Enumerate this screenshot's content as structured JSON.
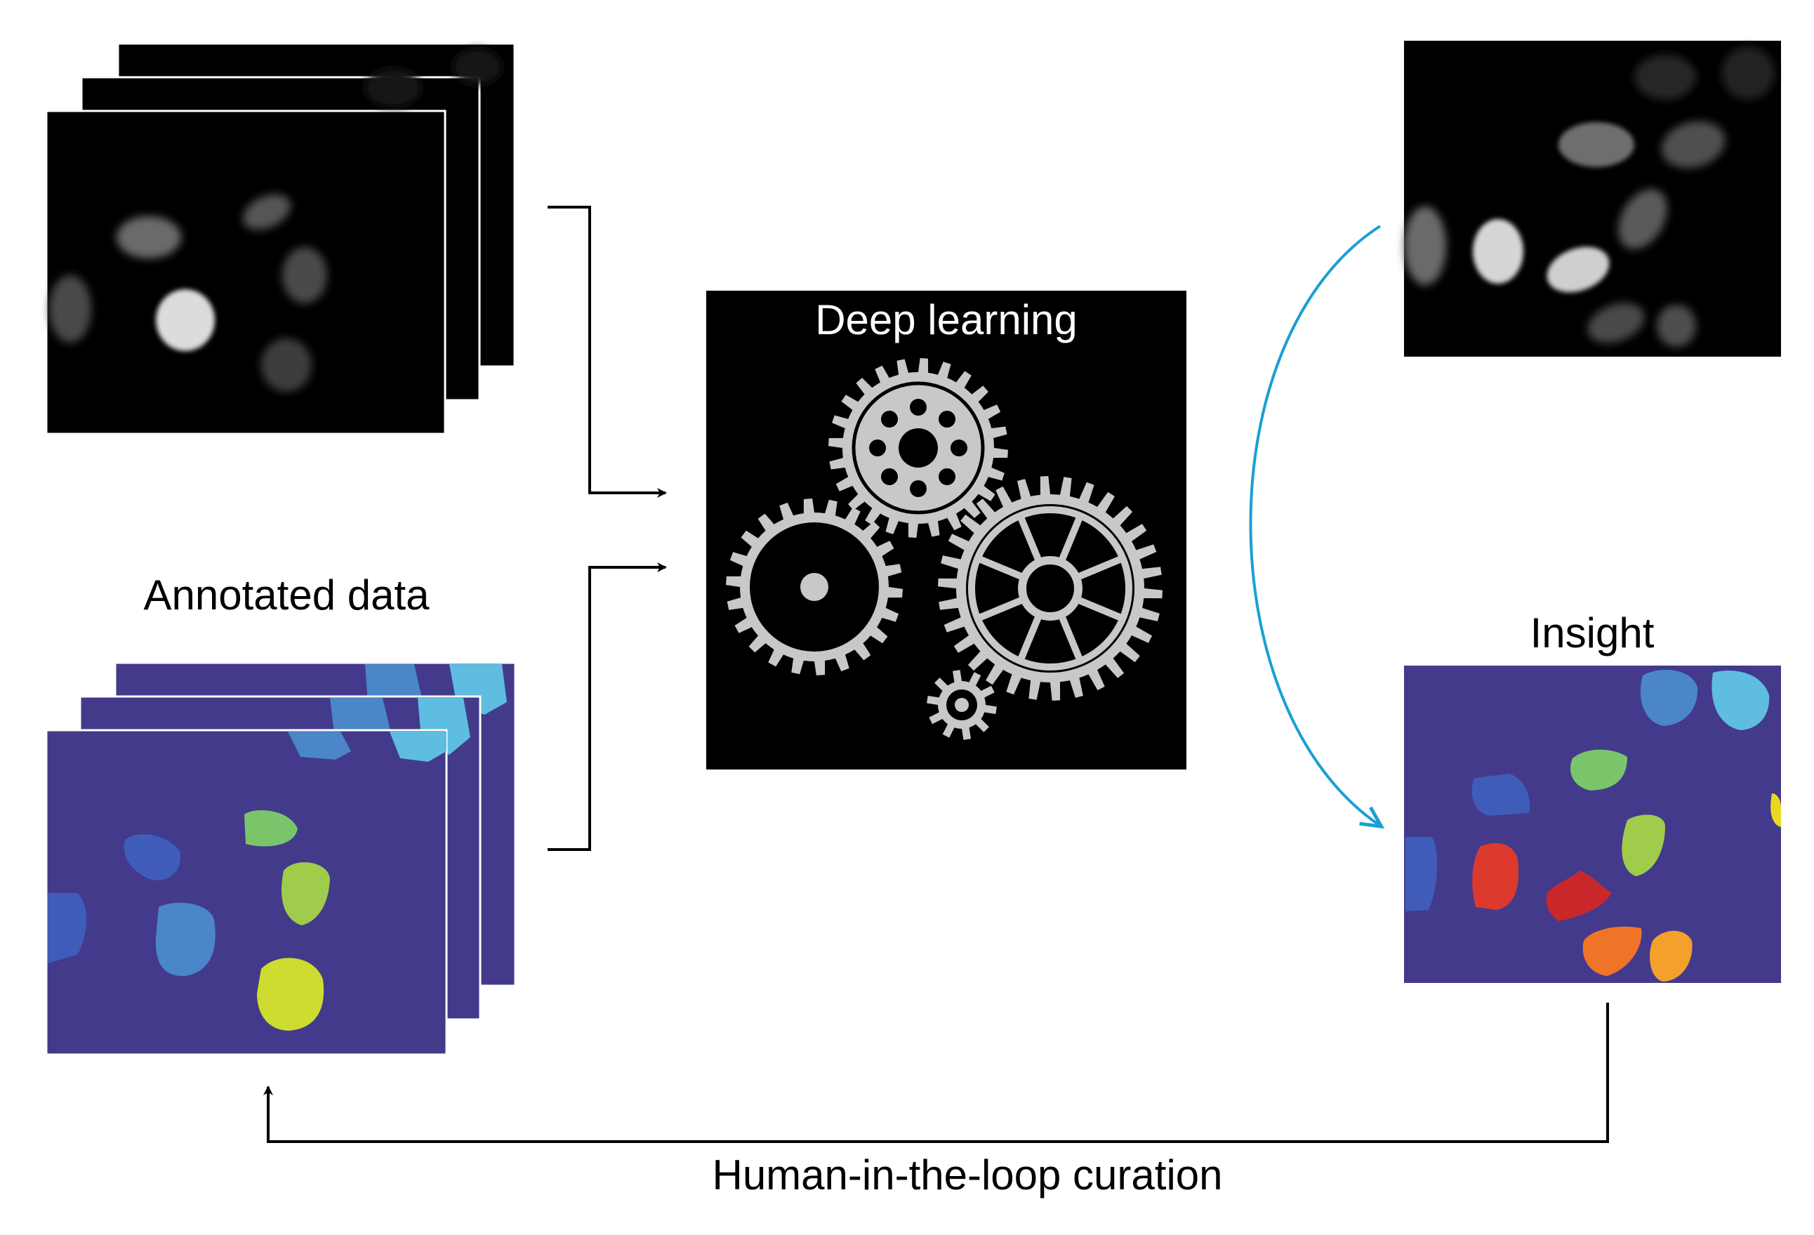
{
  "labels": {
    "annotated_data": "Annotated data",
    "deep_learning": "Deep learning",
    "insight": "Insight",
    "curation": "Human-in-the-loop curation"
  },
  "colors": {
    "micrograph_bg": "#000000",
    "mask_bg": "#433a8b",
    "gear": "#c8c8c8",
    "flow_arrow": "#000000",
    "inference_arrow": "#1a9fd4",
    "cell_blue": "#3f5cb8",
    "cell_mid_blue": "#4a86c8",
    "cell_light_blue": "#5ebde0",
    "cell_green": "#7ac56a",
    "cell_light_green": "#9fcc4a",
    "cell_yellow": "#cddc2e",
    "cell_red": "#dc3a2c",
    "cell_dark_red": "#c8282a",
    "cell_orange": "#f07428",
    "cell_light_orange": "#f3a02c"
  },
  "icons": {
    "deep_learning": "gears-icon",
    "inference": "curved-arrow-icon",
    "training_flow": "bracket-arrow-icon",
    "feedback": "loop-arrow-icon"
  }
}
